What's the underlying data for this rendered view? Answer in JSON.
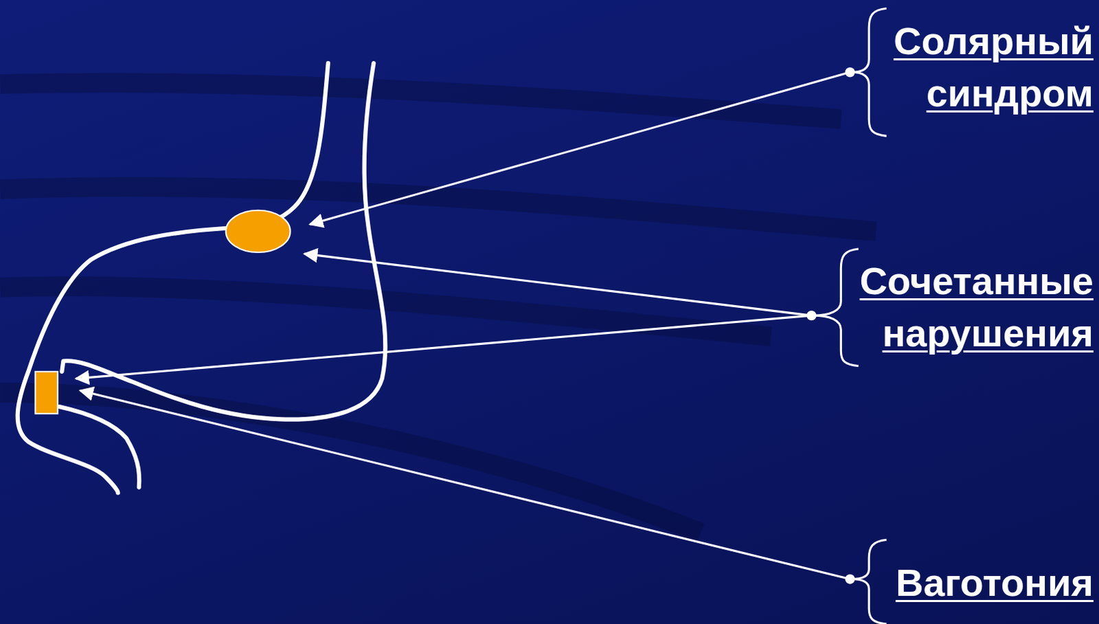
{
  "diagram": {
    "labels": [
      "Солярный синдром",
      "Сочетанные нарушения",
      "Ваготония"
    ]
  }
}
